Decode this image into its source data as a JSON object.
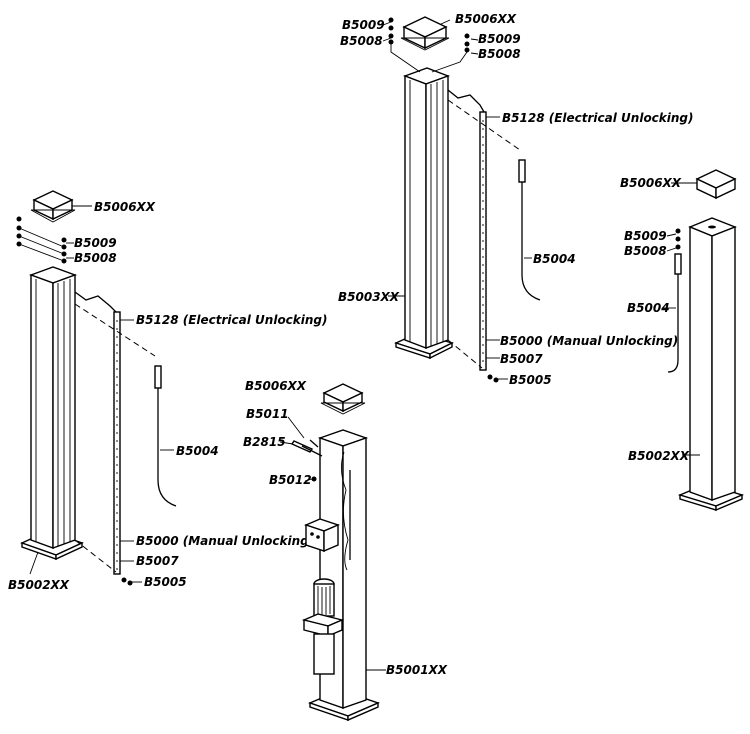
{
  "diagram": {
    "colors": {
      "line": "#000000",
      "background": "#ffffff"
    },
    "labels": {
      "top_cap": "B5006XX",
      "top_b5009_l": "B5009",
      "top_b5008_l": "B5008",
      "top_b5009_r": "B5009",
      "top_b5008_r": "B5008",
      "top_b5128": "B5128  (Electrical Unlocking)",
      "top_b5004": "B5004",
      "top_b5003": "B5003XX",
      "top_b5000": "B5000  (Manual Unlocking)",
      "top_b5007": "B5007",
      "top_b5005": "B5005",
      "left_cap": "B5006XX",
      "left_b5009": "B5009",
      "left_b5008": "B5008",
      "left_b5128": "B5128  (Electrical Unlocking)",
      "left_b5004": "B5004",
      "left_b5000": "B5000  (Manual Unlocking)",
      "left_b5007": "B5007",
      "left_b5005": "B5005",
      "left_b5002": "B5002XX",
      "mid_cap": "B5006XX",
      "mid_b5011": "B5011",
      "mid_b2815": "B2815",
      "mid_b5012": "B5012",
      "mid_b5001": "B5001XX",
      "right_cap": "B5006XX",
      "right_b5009": "B5009",
      "right_b5008": "B5008",
      "right_b5004": "B5004",
      "right_b5002": "B5002XX"
    }
  }
}
